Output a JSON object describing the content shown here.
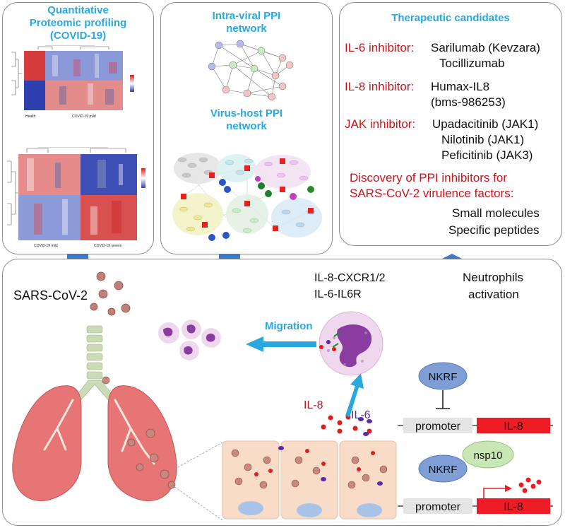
{
  "panels": {
    "proteomics": {
      "title_line1": "Quantitative",
      "title_line2": "Proteomic profiling",
      "title_line3": "(COVID-19)",
      "heatmap1_label_left": "Health",
      "heatmap1_label_right": "COVID-19 mild",
      "heatmap2_label_left": "COVID-19 mild",
      "heatmap2_label_right": "COVID-19 severe"
    },
    "networks": {
      "intra_title_line1": "Intra-viral PPI",
      "intra_title_line2": "network",
      "host_title_line1": "Virus-host PPI",
      "host_title_line2": "network"
    },
    "therapeutics": {
      "title": "Therapeutic candidates",
      "il6_label": "IL-6 inhibitor:",
      "il6_drug1": "Sarilumab (Kevzara)",
      "il6_drug2": "Tocillizumab",
      "il8_label": "IL-8 inhibitor:",
      "il8_drug1": "Humax-IL8",
      "il8_drug2": "(bms-986253)",
      "jak_label": "JAK inhibitor:",
      "jak_drug1": "Upadacitinib (JAK1)",
      "jak_drug2": "Nilotinib (JAK1)",
      "jak_drug3": "Peficitinib (JAK3)",
      "discovery_line1": "Discovery of PPI inhibitors for",
      "discovery_line2": "SARS-CoV-2 virulence factors:",
      "discovery_item1": "Small molecules",
      "discovery_item2": "Specific peptides"
    }
  },
  "mechanism": {
    "virus_label": "SARS-CoV-2",
    "receptors_line1": "IL-8-CXCR1/2",
    "receptors_line2": "IL-6-IL6R",
    "neutrophils_line1": "Neutrophils",
    "neutrophils_line2": "activation",
    "migration_label": "Migration",
    "il8_cytokine": "IL-8",
    "il6_cytokine": "IL-6",
    "nkrf_label": "NKRF",
    "nsp10_label": "nsp10",
    "promoter_label": "promoter",
    "gene_label": "IL-8"
  },
  "colors": {
    "title_blue": "#29a8e0",
    "arrow_blue": "#3a78c8",
    "inhibitor_red": "#c8141c",
    "gene_red": "#ee1c25",
    "nkrf_blue": "#7f9ed6",
    "nsp10_green": "#c9e7b4",
    "lung_pink": "#e77575",
    "neutrophil_purple": "#a864b8"
  }
}
